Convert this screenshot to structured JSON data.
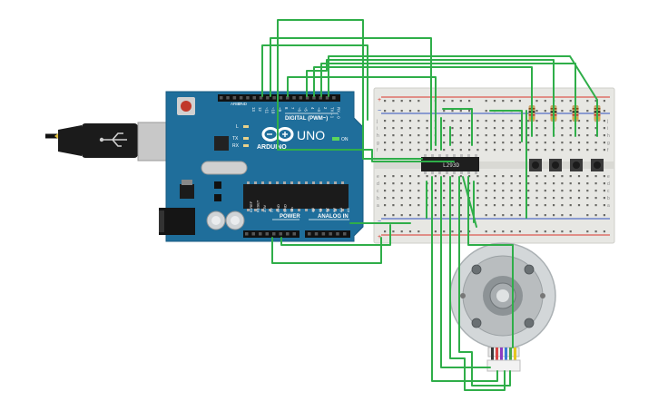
{
  "colors": {
    "wire": "#2fae49",
    "board": "#1f6e9b",
    "board_dark": "#175a80",
    "breadboard": "#e7e7e3",
    "rail_red": "#d9342b",
    "rail_blue": "#2c4fbd",
    "chip": "#222222",
    "motor_ring": "#b9bdbf",
    "motor_hub": "#8d9396"
  },
  "icons": {
    "usb": "usb-icon",
    "arduino_logo": "infinity-icon",
    "reset": "reset-button-icon",
    "power_jack": "power-jack-icon"
  },
  "arduino": {
    "model": "UNO",
    "brand": "ARDUINO",
    "digital_header": "DIGITAL (PWM~)",
    "power_header": "POWER",
    "analog_header": "ANALOG IN",
    "on_label": "ON",
    "led_l": "L",
    "led_tx": "TX",
    "led_rx": "RX",
    "aref": "AREF",
    "gnd": "GND",
    "pins_top": [
      "13",
      "12",
      "~11",
      "~10",
      "~9",
      "8",
      "7",
      "~6",
      "~5",
      "4",
      "~3",
      "2",
      "TX→1",
      "RX←0"
    ],
    "power_pins": [
      "IOREF",
      "RESET",
      "3.3V",
      "5V",
      "GND",
      "GND",
      "Vin"
    ],
    "analog_pins": [
      "A0",
      "A1",
      "A2",
      "A3",
      "A4",
      "A5"
    ]
  },
  "chip": {
    "label": "L293D"
  },
  "breadboard": {
    "rows_top": [
      "j",
      "i",
      "h",
      "g",
      "f"
    ],
    "rows_bottom": [
      "e",
      "d",
      "c",
      "b",
      "a"
    ],
    "plus": "+",
    "minus": "−"
  }
}
